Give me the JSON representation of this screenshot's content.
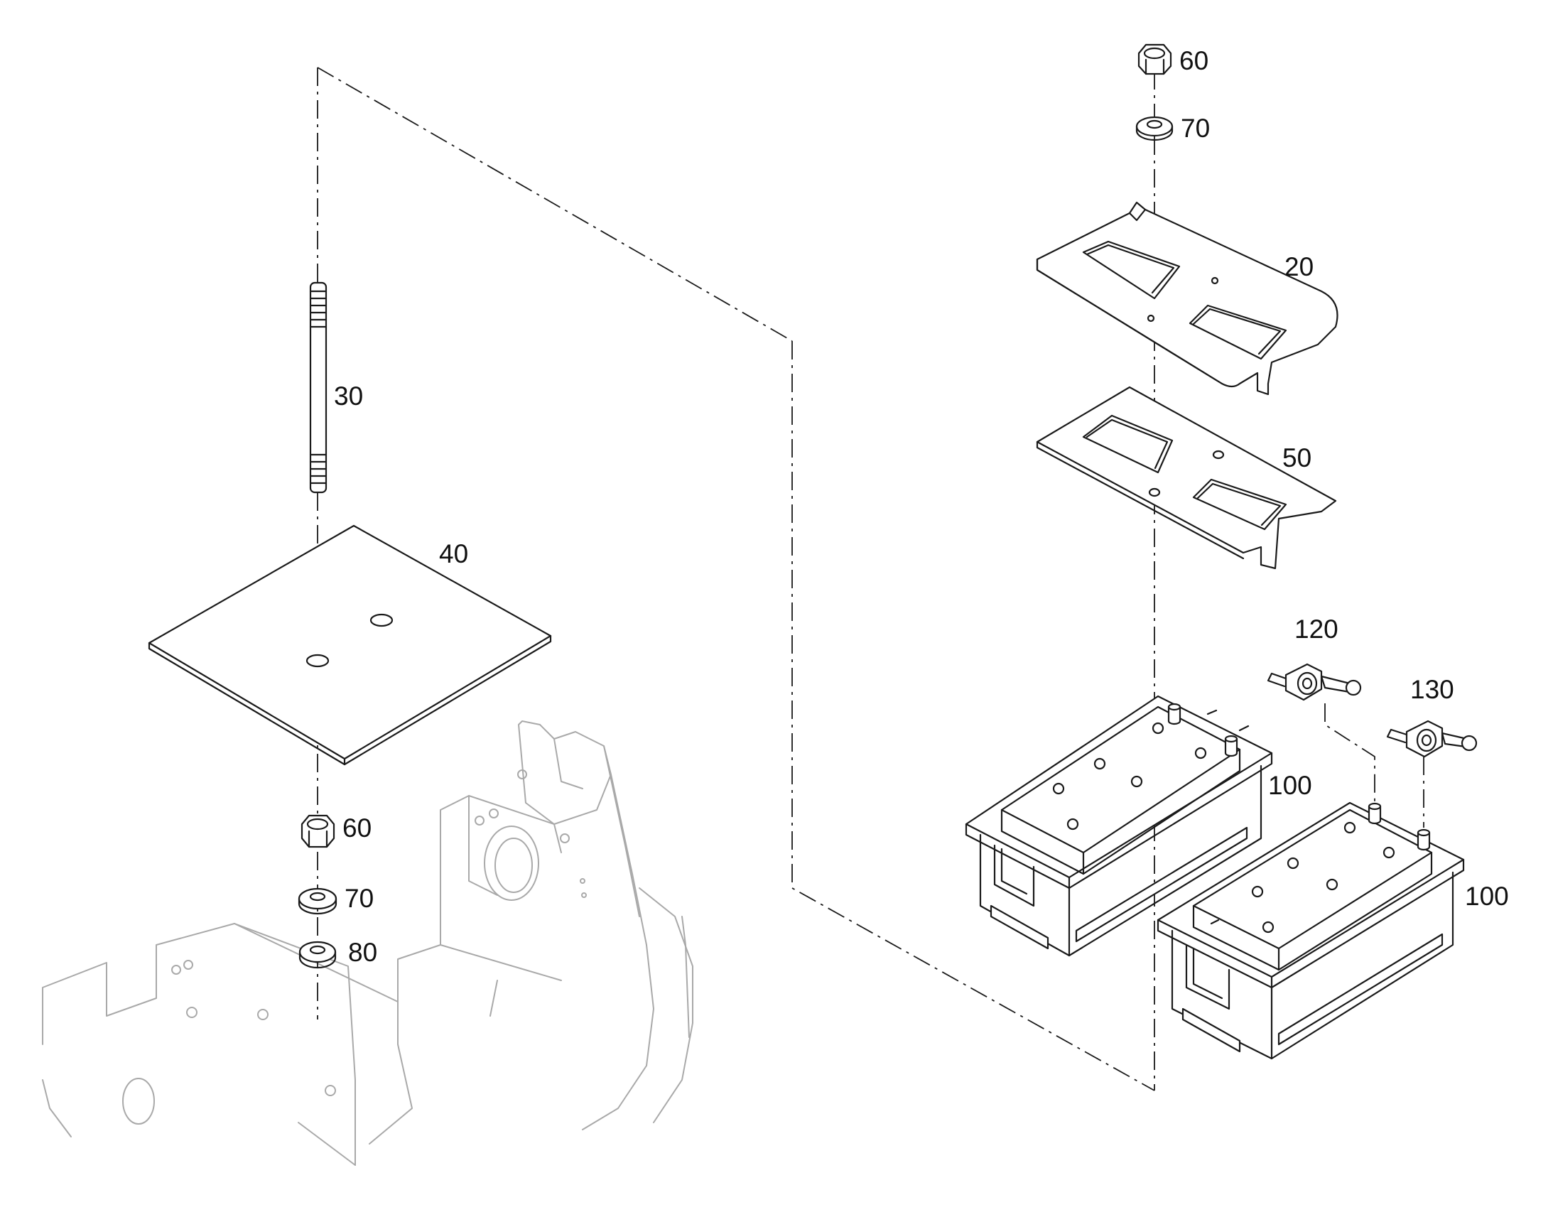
{
  "callouts": {
    "c20": "20",
    "c30": "30",
    "c40": "40",
    "c50": "50",
    "c60_left": "60",
    "c70_left": "70",
    "c80": "80",
    "c60_right": "60",
    "c70_right": "70",
    "c100_left": "100",
    "c100_right": "100",
    "c120": "120",
    "c130": "130"
  },
  "colors": {
    "line": "#1a1a1a",
    "frame_ghost": "#a9a9a9",
    "background": "#ffffff"
  }
}
